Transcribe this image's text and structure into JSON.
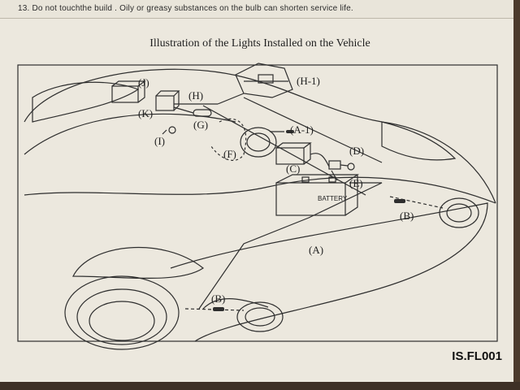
{
  "header": {
    "note": "13.   Do not  touchthe build . Oily or greasy substances on the bulb  can  shorten service  life."
  },
  "document": {
    "title": "Illustration of the Lights Installed on the Vehicle",
    "code": "IS.FL001"
  },
  "labels": {
    "J": "(J)",
    "K": "(K)",
    "H": "(H)",
    "G": "(G)",
    "I": "(I)",
    "F": "(F)",
    "H1": "(H-1)",
    "A1": "(A-1)",
    "C": "(C)",
    "D": "(D)",
    "E": "(E)",
    "B_right": "(B)",
    "A": "(A)",
    "B_lower": "(B)",
    "battery": "BATTERY"
  }
}
